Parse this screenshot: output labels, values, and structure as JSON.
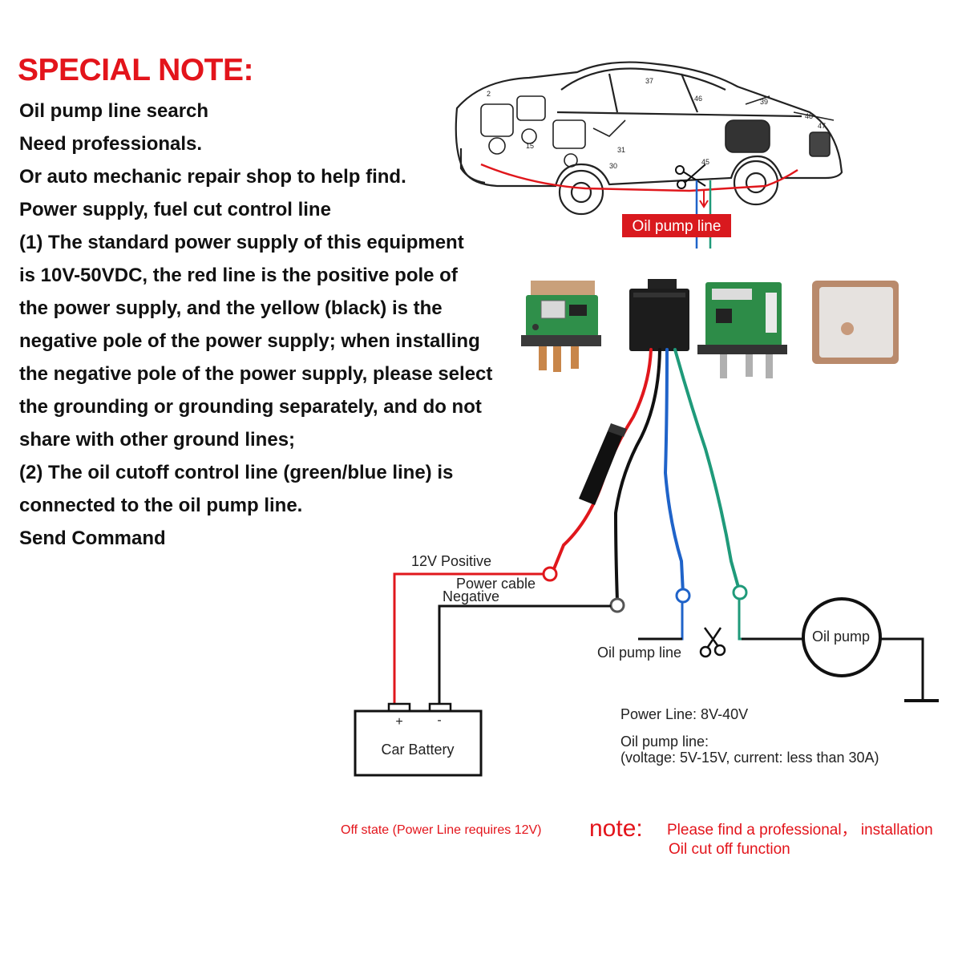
{
  "title": "SPECIAL NOTE:",
  "notes": [
    "Oil pump line search",
    "Need professionals.",
    "Or auto mechanic repair shop to help find.",
    "Power supply, fuel cut control line",
    "(1) The standard power supply of this equipment",
    "is 10V-50VDC, the red line is the positive pole of",
    "the power supply, and the yellow (black) is the",
    "negative pole of the power supply; when installing",
    "the negative pole of the power supply, please select",
    "the grounding or grounding separately, and do not",
    "share with other ground lines;",
    "(2) The oil cutoff control line (green/blue line) is",
    "connected to the oil pump line.",
    "Send Command"
  ],
  "car": {
    "oil_pump_tag": "Oil pump line"
  },
  "wiring": {
    "positive_label": "12V Positive",
    "power_cable_label": "Power cable",
    "negative_label": "Negative",
    "oil_pump_line_label": "Oil pump line",
    "oil_pump_label": "Oil pump",
    "battery_label": "Car Battery",
    "battery_plus": "+",
    "battery_minus": "-"
  },
  "specs": {
    "power_line": "Power Line: 8V-40V",
    "oil_pump_line": "Oil pump line:",
    "oil_pump_detail": "(voltage: 5V-15V, current: less than 30A)"
  },
  "footer": {
    "off_state": "Off state (Power Line requires 12V)",
    "note_word": "note:",
    "note_line1": "Please find a professional， installation",
    "note_line2": "Oil cut off function"
  },
  "colors": {
    "title": "#e3141b",
    "red_wire": "#e0171c",
    "blue_wire": "#1f63c9",
    "green_wire": "#1f9a7a",
    "black_wire": "#111111"
  }
}
